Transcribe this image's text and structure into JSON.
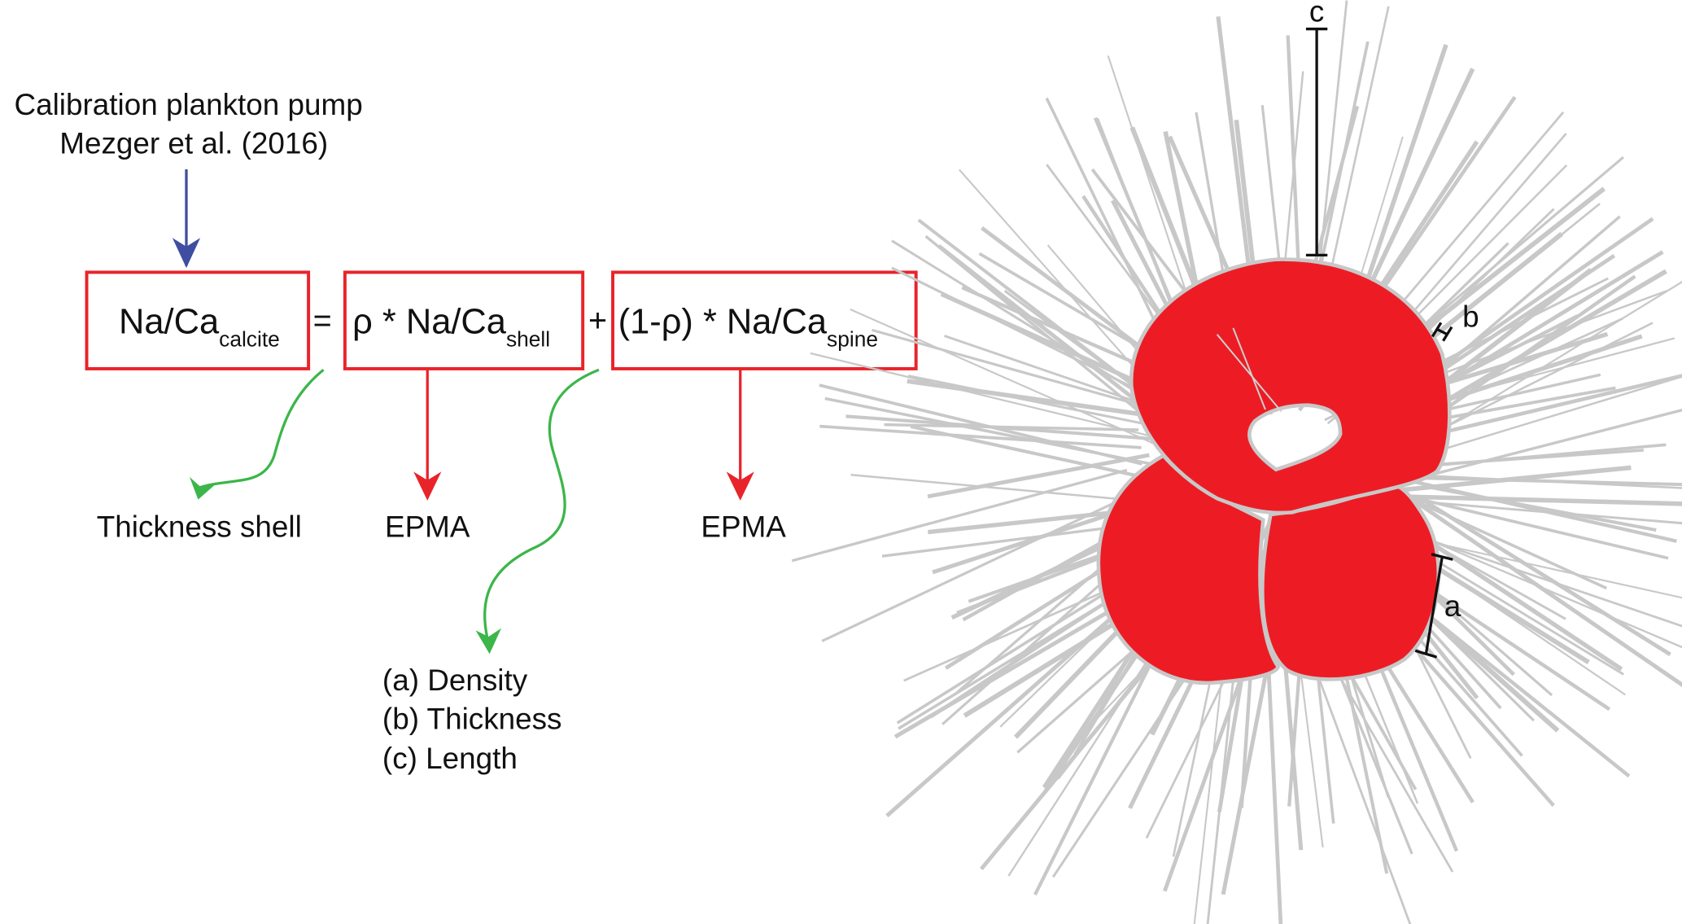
{
  "source_note": {
    "line1": "Calibration plankton pump",
    "line2": "Mezger et al. (2016)"
  },
  "equation": {
    "lhs": {
      "main": "Na/Ca",
      "sub": "calcite"
    },
    "equals": "=",
    "term1": {
      "main": "ρ * Na/Ca",
      "sub": "shell"
    },
    "plus": "+",
    "term2": {
      "main": "(1-ρ) * Na/Ca",
      "sub": "spine"
    }
  },
  "outputs": {
    "lhs_method": "Thickness shell",
    "term1_method": "EPMA",
    "term2_method": "EPMA",
    "spine_params": [
      "(a) Density",
      "(b) Thickness",
      "(c) Length"
    ]
  },
  "foram_labels": {
    "a": "a",
    "b": "b",
    "c": "c"
  },
  "colors": {
    "box": "#e8242a",
    "source_arrow": "#3f4ea0",
    "curve_arrow": "#3cb64a",
    "chamber": "#ed1c24",
    "spine": "#c8c8c8"
  }
}
